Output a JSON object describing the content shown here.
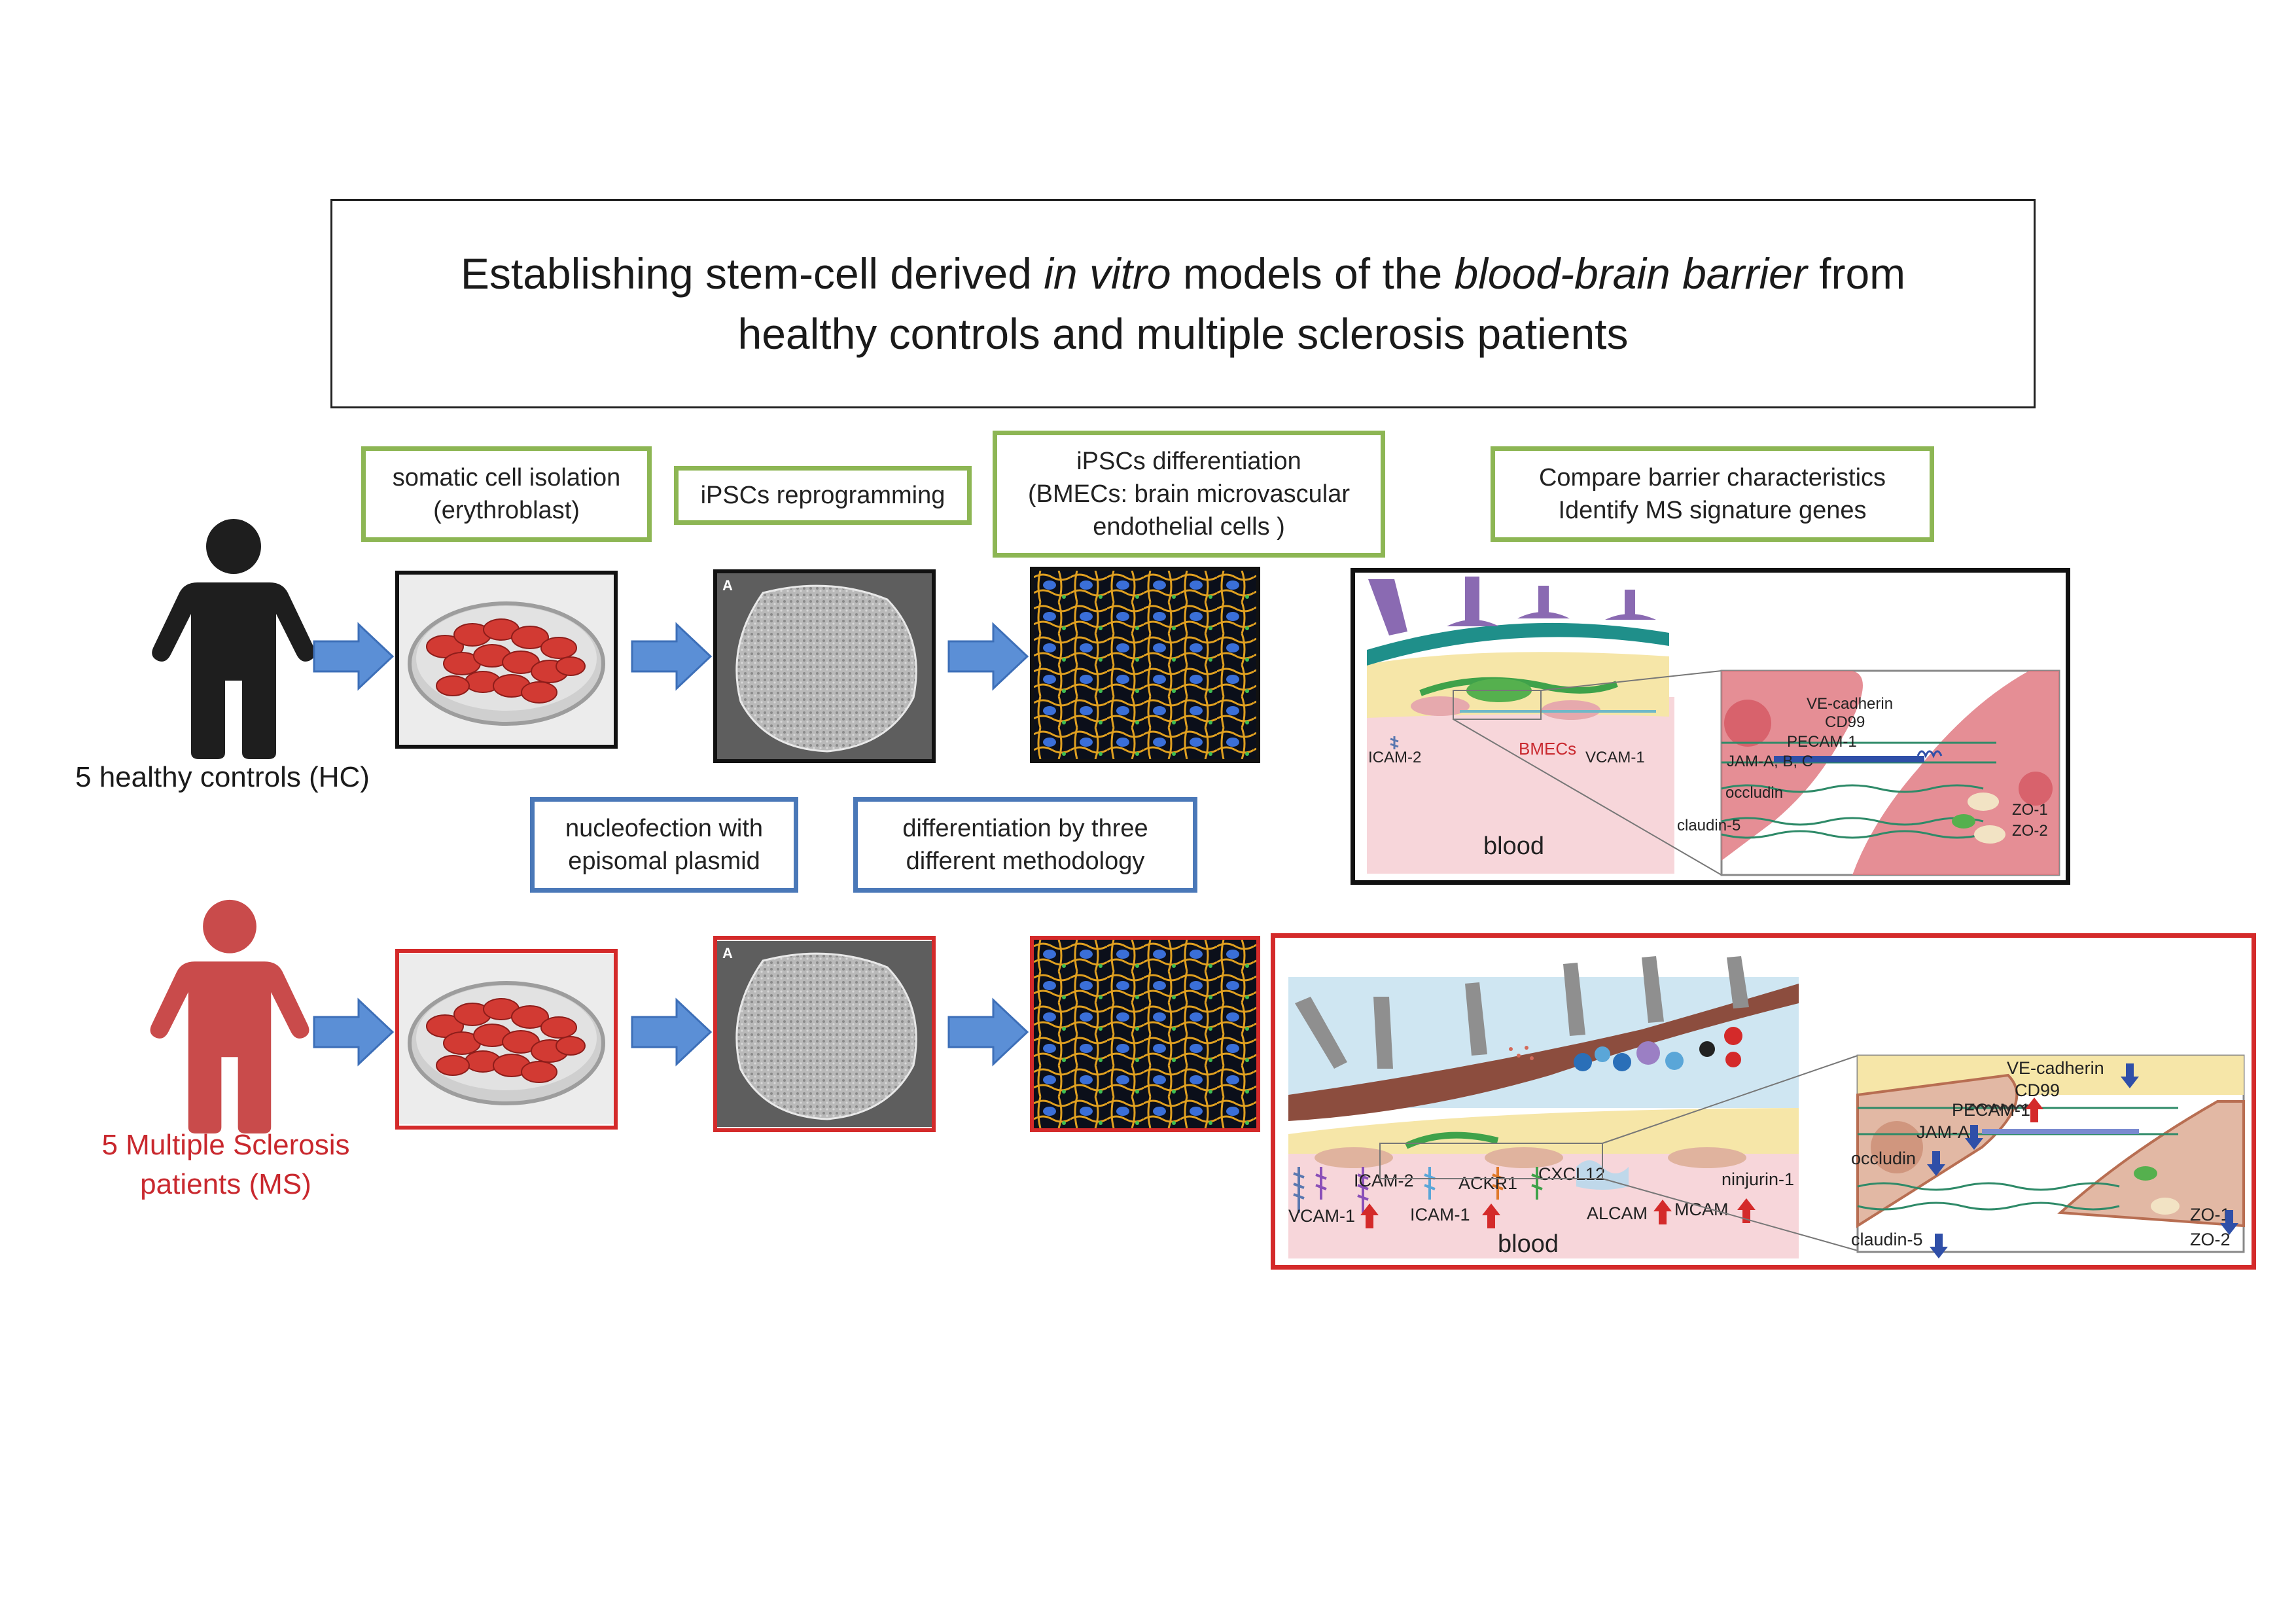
{
  "title": {
    "part1": "Establishing stem-cell derived ",
    "part2_italic": "in vitro",
    "part3": " models of the ",
    "part4_italic": "blood-brain barrier",
    "part5": " from",
    "line2": "healthy controls and multiple sclerosis patients"
  },
  "steps": {
    "somatic": {
      "line1": "somatic cell isolation",
      "line2": "(erythroblast)"
    },
    "reprogramming": {
      "line1": "iPSCs reprogramming"
    },
    "differentiation": {
      "line1": "iPSCs differentiation",
      "line2": "(BMECs: brain microvascular",
      "line3": "endothelial cells )"
    },
    "compare": {
      "line1": "Compare barrier characteristics",
      "line2": "Identify MS signature genes"
    },
    "nucleofection": {
      "line1": "nucleofection with",
      "line2": "episomal plasmid"
    },
    "methodology": {
      "line1": "differentiation by three",
      "line2": "different methodology"
    }
  },
  "groups": {
    "hc": {
      "label": "5 healthy controls (HC)",
      "color": "#222222"
    },
    "ms": {
      "label_line1": "5 Multiple Sclerosis",
      "label_line2": "patients (MS)",
      "color": "#c94b4b"
    }
  },
  "photo_labels": {
    "panel_letter": "A"
  },
  "hc_diagram": {
    "bmecs": "BMECs",
    "icam2": "ICAM-2",
    "vcam1": "VCAM-1",
    "blood": "blood",
    "zoom": {
      "ve_cadherin": "VE-cadherin",
      "cd99": "CD99",
      "pecam1": "PECAM-1",
      "jam": "JAM-A, B, C",
      "occludin": "occludin",
      "claudin5": "claudin-5",
      "zo1": "ZO-1",
      "zo2": "ZO-2"
    }
  },
  "ms_diagram": {
    "icam2": "ICAM-2",
    "ackr1": "ACKR1",
    "cxcl12": "CXCL12",
    "ninjurin": "ninjurin-1",
    "vcam1": "VCAM-1",
    "icam1": "ICAM-1",
    "alcam": "ALCAM",
    "mcam": "MCAM",
    "blood": "blood",
    "zoom": {
      "ve_cadherin": "VE-cadherin",
      "cd99": "CD99",
      "pecam1": "PECAM-1",
      "jam": "JAM-A",
      "occludin": "occludin",
      "claudin5": "claudin-5",
      "zo1": "ZO-1",
      "zo2": "ZO-2"
    }
  },
  "colors": {
    "green_box": "#8db654",
    "blue_box": "#4a78b8",
    "arrow": "#5b8fd6",
    "hc_frame": "#111111",
    "ms_frame": "#d42a2a",
    "up_arrow": "#d42a2a",
    "down_arrow": "#2f4fa8"
  }
}
